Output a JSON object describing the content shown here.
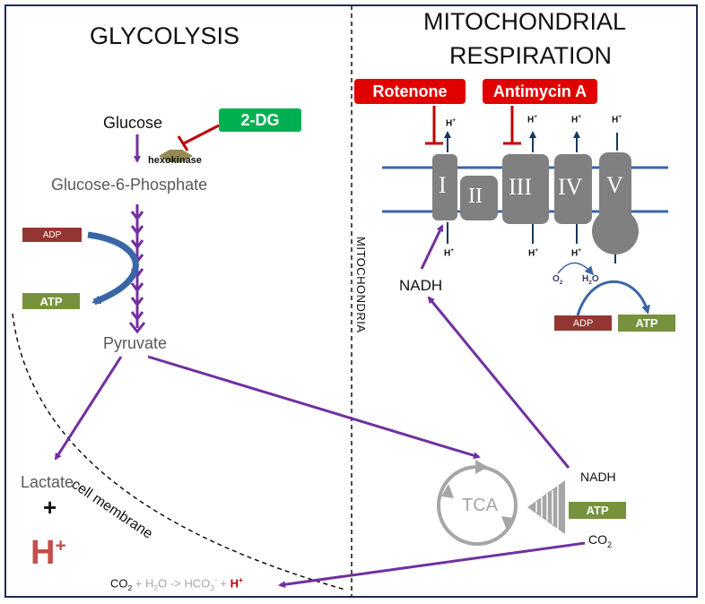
{
  "glycolysis": {
    "title": "GLYCOLYSIS",
    "glucose": "Glucose",
    "inhibitor": "2-DG",
    "enzyme": "hexokinase",
    "g6p": "Glucose-6-Phosphate",
    "adp": "ADP",
    "atp": "ATP",
    "pyruvate": "Pyruvate",
    "lactate": "Lactate",
    "plus": "+",
    "proton_big": "H",
    "cell_membrane": "cell membrane",
    "reaction": {
      "co2": "CO",
      "co2_sub": "2",
      "plus1": " + H",
      "h2o_sub": "2",
      "o_arrow": "O -> HCO",
      "hco3_sub": "3",
      "hco3_sup": "-",
      "plus2": " + ",
      "h": "H",
      "hsup": "+"
    }
  },
  "mito": {
    "title_line1": "MITOCHONDRIAL",
    "title_line2": "RESPIRATION",
    "vertical_label": "MITOCHONDRIA",
    "rotenone": "Rotenone",
    "antimycin": "Antimycin A",
    "complexes": [
      "I",
      "II",
      "III",
      "IV",
      "V"
    ],
    "h_top": [
      "H",
      "H",
      "H",
      "H"
    ],
    "h_bottom": [
      "H",
      "H",
      "H"
    ],
    "hplus_sup": "+",
    "nadh_upper": "NADH",
    "o2": "O",
    "o2_sub": "2",
    "h2o": "H",
    "h2o_sub": "2",
    "h2o_tail": "O",
    "adp": "ADP",
    "atp": "ATP",
    "tca": "TCA",
    "nadh_lower": "NADH",
    "atp_tca": "ATP",
    "co2": "CO",
    "co2_sub": "2"
  },
  "colors": {
    "purple": "#7030a0",
    "red": "#e00000",
    "dark_red": "#c00000",
    "green": "#00b050",
    "olive": "#76923c",
    "brown": "#943634",
    "navy": "#17375e",
    "blue": "#3a66a8",
    "complex_gray": "#808080"
  }
}
